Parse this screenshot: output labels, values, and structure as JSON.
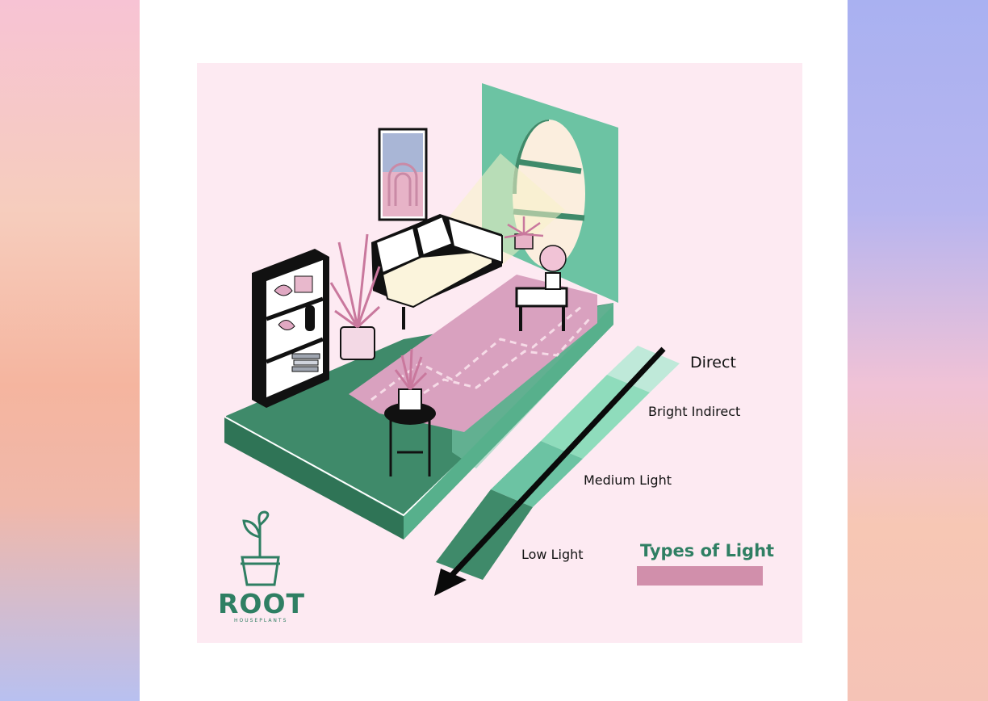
{
  "legend": {
    "direct": "Direct",
    "bright_indirect": "Bright Indirect",
    "medium_light": "Medium Light",
    "low_light": "Low Light"
  },
  "title": "Types of Light",
  "logo": {
    "name": "ROOT",
    "tagline": "HOUSEPLANTS"
  },
  "colors": {
    "panel": "#fdeaf2",
    "green_dark": "#3a8566",
    "green_mid": "#6cc3a3",
    "green_light": "#bfe9d9",
    "rug_pink": "#d9a1bf",
    "accent_pink": "#d18fab",
    "brand_green": "#2f7f63"
  }
}
